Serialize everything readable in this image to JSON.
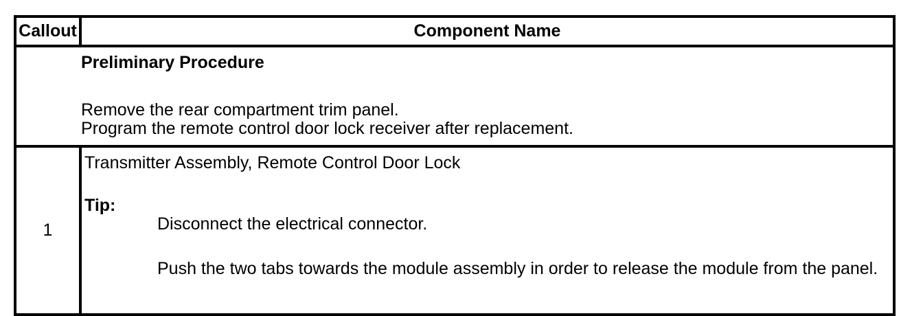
{
  "colors": {
    "background": "#ffffff",
    "text": "#000000",
    "border": "#000000"
  },
  "table": {
    "header": {
      "callout": "Callout",
      "component_name": "Component Name"
    },
    "preliminary": {
      "title": "Preliminary Procedure",
      "steps": [
        "Remove the rear compartment trim panel.",
        "Program the remote control door lock receiver after replacement."
      ]
    },
    "rows": [
      {
        "callout": "1",
        "component": "Transmitter Assembly, Remote Control Door Lock",
        "tip_label": "Tip:",
        "tips": [
          "Disconnect the electrical connector.",
          "Push the two tabs towards the module assembly in order to release the module from the panel."
        ]
      }
    ]
  }
}
